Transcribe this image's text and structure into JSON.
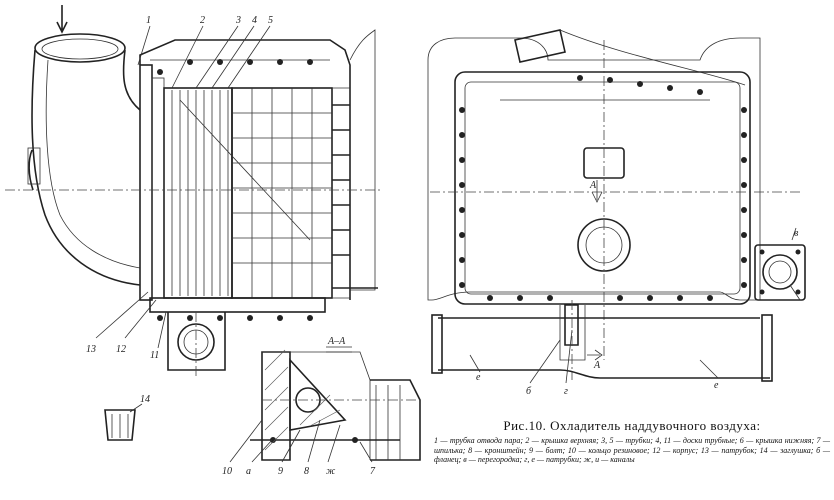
{
  "labels": {
    "n1": "1",
    "n2": "2",
    "n3": "3",
    "n4": "4",
    "n5": "5",
    "n13": "13",
    "n12": "12",
    "n11": "11",
    "n10": "10",
    "n9": "9",
    "n8": "8",
    "n7": "7",
    "n14": "14",
    "a": "а",
    "zh": "ж",
    "section": "А–А",
    "v": "в",
    "e1": "е",
    "b": "б",
    "g": "г",
    "e2": "е",
    "arrow_a": "А"
  },
  "caption": {
    "title": "Рис.10.  Охладитель наддувочного воздуха:",
    "legend": "1 — трубка отвода пара; 2 — крышка верхняя; 3, 5 — трубки; 4, 11 — доски трубные; 6 — крышка нижняя; 7 — шпилька; 8 — кронштейн; 9 — болт; 10 — кольцо резиновое; 12 — корпус; 13 — патрубок; 14 — заглушка; б — фланец; в — перегородка; г, е — патрубки; ж, и — каналы"
  }
}
